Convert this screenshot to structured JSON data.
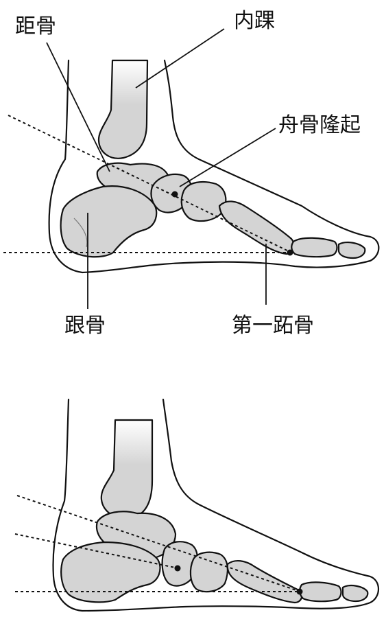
{
  "labels": {
    "talus": "距骨",
    "medial_malleolus": "内踝",
    "navicular_tuberosity": "舟骨隆起",
    "calcaneus": "跟骨",
    "first_metatarsal": "第一跖骨"
  }
}
